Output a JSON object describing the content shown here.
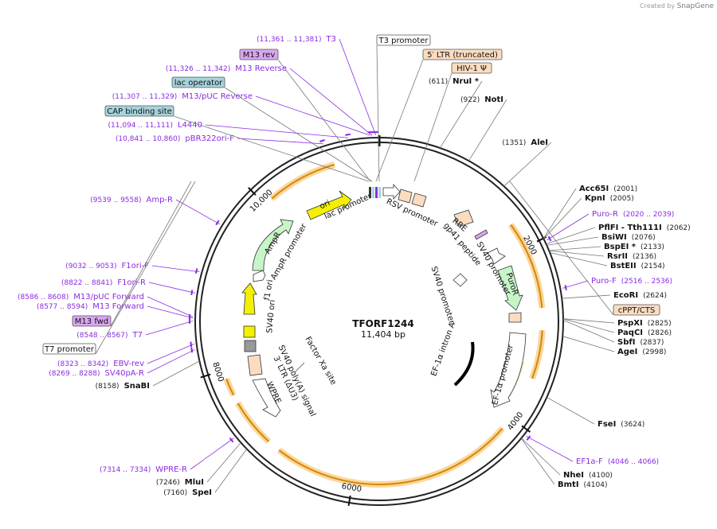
{
  "credit": {
    "prefix": "Created by",
    "brand": "SnapGene"
  },
  "plasmid": {
    "name": "TFORF1244",
    "length_label": "11,404 bp",
    "length": 11404
  },
  "ticks": [
    {
      "pos": 2000,
      "label": "2000"
    },
    {
      "pos": 4000,
      "label": "4000"
    },
    {
      "pos": 6000,
      "label": "6000"
    },
    {
      "pos": 8000,
      "label": "8000"
    },
    {
      "pos": 10000,
      "label": "10,000"
    }
  ],
  "sites": [
    {
      "name": "NruI *",
      "pos": "(611)",
      "at": 611
    },
    {
      "name": "NotI",
      "pos": "(922)",
      "at": 922
    },
    {
      "name": "AleI",
      "pos": "(1351)",
      "at": 1351
    },
    {
      "name": "Acc65I",
      "pos": "(2001)",
      "at": 2001
    },
    {
      "name": "KpnI",
      "pos": "(2005)",
      "at": 2005
    },
    {
      "name": "PflFI - Tth111I",
      "pos": "(2062)",
      "at": 2062
    },
    {
      "name": "BsiWI",
      "pos": "(2076)",
      "at": 2076
    },
    {
      "name": "BspEI *",
      "pos": "(2133)",
      "at": 2133
    },
    {
      "name": "RsrII",
      "pos": "(2136)",
      "at": 2136
    },
    {
      "name": "BstEII",
      "pos": "(2154)",
      "at": 2154
    },
    {
      "name": "EcoRI",
      "pos": "(2624)",
      "at": 2624
    },
    {
      "name": "PspXI",
      "pos": "(2825)",
      "at": 2825
    },
    {
      "name": "PaqCI",
      "pos": "(2826)",
      "at": 2826
    },
    {
      "name": "SbfI",
      "pos": "(2837)",
      "at": 2837
    },
    {
      "name": "AgeI",
      "pos": "(2998)",
      "at": 2998
    },
    {
      "name": "FseI",
      "pos": "(3624)",
      "at": 3624
    },
    {
      "name": "NheI",
      "pos": "(4100)",
      "at": 4100
    },
    {
      "name": "BmtI",
      "pos": "(4104)",
      "at": 4104
    },
    {
      "name": "SpeI",
      "pos": "(7160)",
      "at": 7160
    },
    {
      "name": "MluI",
      "pos": "(7246)",
      "at": 7246
    },
    {
      "name": "SnaBI",
      "pos": "(8158)",
      "at": 8158
    }
  ],
  "primers": [
    {
      "name": "T3",
      "pos": "(11,361 .. 11,381)",
      "at": 11371
    },
    {
      "name": "M13 Reverse",
      "pos": "(11,326 .. 11,342)",
      "at": 11334
    },
    {
      "name": "M13/pUC Reverse",
      "pos": "(11,307 .. 11,329)",
      "at": 11318
    },
    {
      "name": "L4440",
      "pos": "(11,094 .. 11,111)",
      "at": 11102
    },
    {
      "name": "pBR322ori-F",
      "pos": "(10,841 .. 10,860)",
      "at": 10850
    },
    {
      "name": "Amp-R",
      "pos": "(9539 .. 9558)",
      "at": 9548
    },
    {
      "name": "F1ori-F",
      "pos": "(9032 .. 9053)",
      "at": 9042
    },
    {
      "name": "F1ori-R",
      "pos": "(8822 .. 8841)",
      "at": 8831
    },
    {
      "name": "M13/pUC Forward",
      "pos": "(8586 .. 8608)",
      "at": 8597
    },
    {
      "name": "M13 Forward",
      "pos": "(8577 .. 8594)",
      "at": 8585
    },
    {
      "name": "T7",
      "pos": "(8548 .. 8567)",
      "at": 8557
    },
    {
      "name": "EBV-rev",
      "pos": "(8323 .. 8342)",
      "at": 8332
    },
    {
      "name": "SV40pA-R",
      "pos": "(8269 .. 8288)",
      "at": 8278
    },
    {
      "name": "WPRE-R",
      "pos": "(7314 .. 7334)",
      "at": 7324
    },
    {
      "name": "Puro-R",
      "pos": "(2020 .. 2039)",
      "at": 2030
    },
    {
      "name": "Puro-F",
      "pos": "(2516 .. 2536)",
      "at": 2526
    },
    {
      "name": "EF1a-F",
      "pos": "(4046 .. 4066)",
      "at": 4056
    }
  ],
  "boxed_labels": [
    {
      "name": "T3 promoter",
      "fill": "#ffffff"
    },
    {
      "name": "M13 rev",
      "fill": "#d9a6f0"
    },
    {
      "name": "lac operator",
      "fill": "#a6d4dc"
    },
    {
      "name": "CAP binding site",
      "fill": "#a6d4dc"
    },
    {
      "name": "5′ LTR (truncated)",
      "fill": "#fbdcc0"
    },
    {
      "name": "HIV-1 Ψ",
      "fill": "#fbdcc0"
    },
    {
      "name": "cPPT/CTS",
      "fill": "#fbdcc0"
    },
    {
      "name": "M13 fwd",
      "fill": "#d9a6f0"
    },
    {
      "name": "T7 promoter",
      "fill": "#ffffff"
    }
  ],
  "features": [
    {
      "name": "ori"
    },
    {
      "name": "lac promoter"
    },
    {
      "name": "RSV promoter"
    },
    {
      "name": "RRE"
    },
    {
      "name": "gp41 peptide"
    },
    {
      "name": "SV40 promoter"
    },
    {
      "name": "PuroR"
    },
    {
      "name": "SV40 promoter"
    },
    {
      "name": "EF-1α intron A"
    },
    {
      "name": "EF-1α promoter"
    },
    {
      "name": "AmpR"
    },
    {
      "name": "AmpR promoter"
    },
    {
      "name": "f1 ori"
    },
    {
      "name": "SV40 ori"
    },
    {
      "name": "SV40 poly(A) signal"
    },
    {
      "name": "3′ LTR (ΔU3)"
    },
    {
      "name": "WPRE"
    },
    {
      "name": "Factor Xa site"
    }
  ],
  "colors": {
    "backbone": "#222222",
    "primer": "#8a2be2",
    "orf_arc": "#d4860b",
    "orf_halo": "#fbd79a",
    "ori": "#f5f000",
    "ampr": "#c8f5c8",
    "ltr": "#fbdcc0",
    "puror": "#c8f5c8"
  }
}
